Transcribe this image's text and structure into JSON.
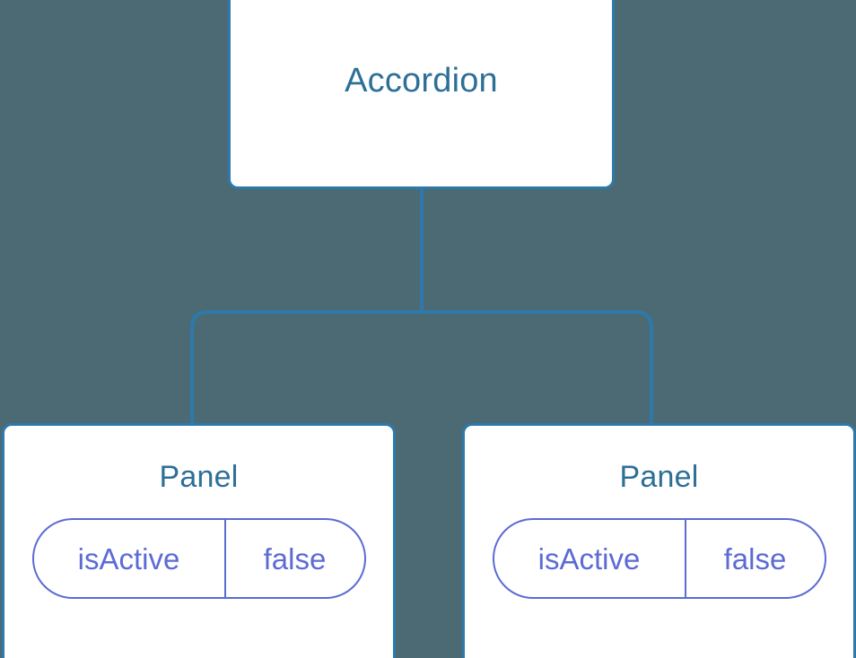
{
  "diagram": {
    "type": "component-tree",
    "background_color": "#4c6a73",
    "node_border_color": "#2d79ab",
    "node_title_color": "#2e6f96",
    "state_accent_color": "#5c6bd4",
    "connector_color": "#2d79ab",
    "root": {
      "title": "Accordion"
    },
    "children": [
      {
        "title": "Panel",
        "state": {
          "key": "isActive",
          "value": "false"
        }
      },
      {
        "title": "Panel",
        "state": {
          "key": "isActive",
          "value": "false"
        }
      }
    ]
  }
}
